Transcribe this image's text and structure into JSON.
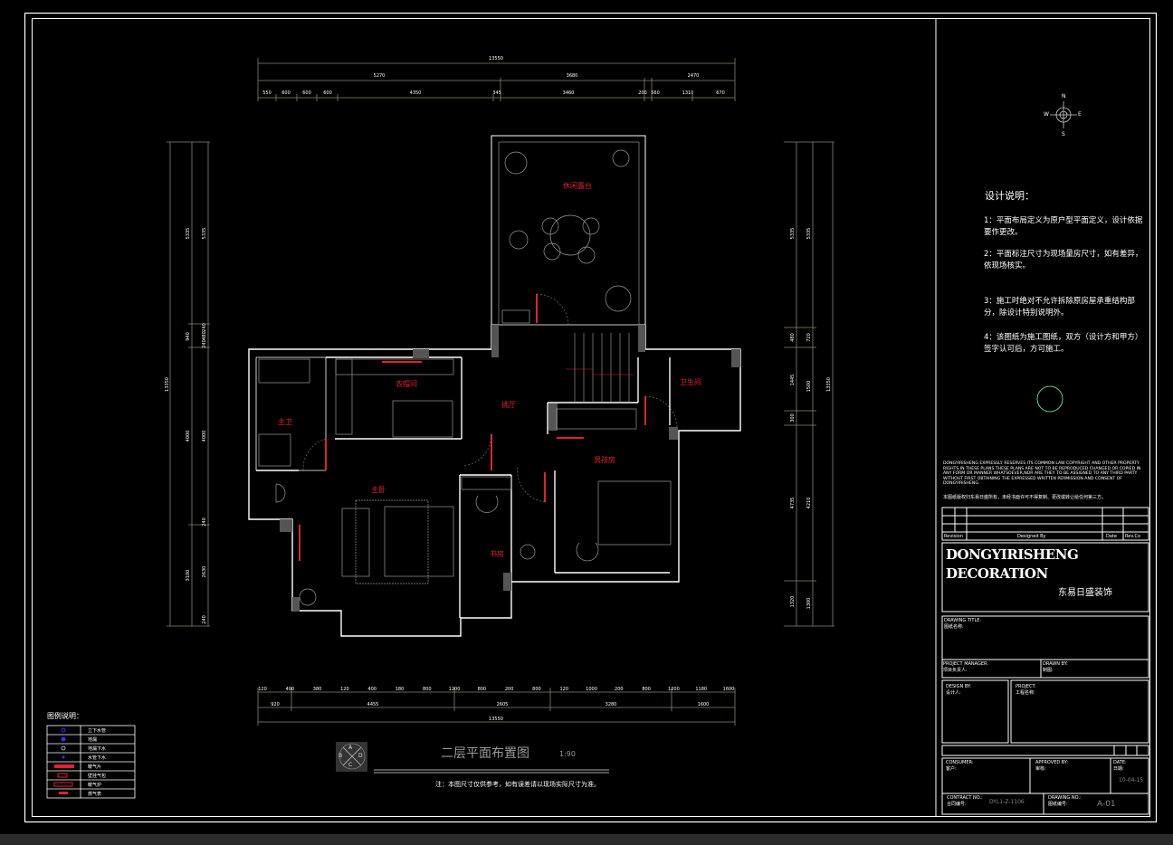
{
  "drawing": {
    "title": "二层平面布置图",
    "scale": "1:90",
    "footnote": "注：本图尺寸仅供参考，如有误差请以现场实际尺寸为准。",
    "logo_letters": [
      "A",
      "B",
      "C",
      "D"
    ]
  },
  "compass": {
    "n": "N",
    "e": "E",
    "s": "S",
    "w": "W"
  },
  "rooms": {
    "terrace": "休闲露台",
    "cloakroom": "衣帽间",
    "master_bath": "主卫",
    "master_bed": "主卧",
    "hall": "挑厅",
    "bathroom": "卫生间",
    "boys_room": "男孩房",
    "study": "书房"
  },
  "dimensions": {
    "top": {
      "total": "13550",
      "row2": [
        "5270",
        "3680",
        "2470"
      ],
      "row3": [
        "550",
        "600",
        "600",
        "600",
        "4350",
        "345",
        "3460",
        "200",
        "560",
        "1310",
        "670"
      ]
    },
    "bottom": {
      "row1": [
        "120",
        "400",
        "380",
        "120",
        "400",
        "180",
        "800",
        "1200",
        "800",
        "200",
        "800",
        "120",
        "1000",
        "200",
        "800",
        "1200",
        "1180",
        "1600"
      ],
      "row2": [
        "920",
        "4455",
        "2605",
        "3280",
        "1600"
      ],
      "total": "13550"
    },
    "left": {
      "total": "13350",
      "outer": [
        "5335",
        "940",
        "4000",
        "3100"
      ],
      "inner": [
        "5335",
        "240",
        "480",
        "240",
        "4000",
        "240",
        "2630",
        "240"
      ]
    },
    "right": {
      "total": "13350",
      "outer": [
        "5335",
        "480",
        "1445",
        "300",
        "4735",
        "1320"
      ],
      "inner": [
        "5335",
        "720",
        "1500",
        "4210",
        "1300"
      ]
    }
  },
  "notes": {
    "heading": "设计说明：",
    "items": [
      "1：平面布局定义为原户型平面定义，设计依据要作更改。",
      "2：平面标注尺寸为现场量房尺寸，如有差异，依现场核实。",
      "3：施工时绝对不允许拆除原房屋承重结构部分，除设计特别说明外。",
      "4：该图纸为施工图纸，双方（设计方和甲方）签字认可后，方可施工。"
    ]
  },
  "legend": {
    "heading": "图例说明：",
    "items": [
      "立下水管",
      "地漏",
      "地漏下水",
      "水管下水",
      "暖气片",
      "壁挂气包",
      "暖气炉",
      "燃气表"
    ]
  },
  "title_block": {
    "copyright_en": "DONGYIRISHENG EXPRESSLY RESERVES ITS COMMON LAW COPYRIGHT AND OTHER PROPERTY RIGHTS IN THESE PLANS.THESE PLANS ARE NOT TO BE REPRODUCED CHANGED OR COPIED IN ANY FORM OR MANNER WHATSOEVER,NOR ARE THEY TO BE ASSIGNED TO ANY THIRD PARTY WITHOUT FIRST OBTAINING THE EXPRESSED WRITTEN PERMISSION AND CONSENT OF DONGYIRISHENG.",
    "copyright_cn": "本图纸版权归东易日盛所有，未经书面许可不得复制、更改或转让给任何第三方。",
    "revision": "Revision",
    "designed_by": "Designed By",
    "date": "Date",
    "remarks": "Rev.Co",
    "company_en_1": "DONGYIRISHENG",
    "company_en_2": "DECORATION",
    "company_cn": "东易日盛装饰",
    "drawing_title_en": "DRAWING TITLE:",
    "drawing_title_cn": "图纸名称:",
    "project_manager_en": "PROJECT MANAGER:",
    "project_manager_cn": "项目负责人:",
    "drawn_by_en": "DRAWN BY:",
    "drawn_by_cn": "制图:",
    "design_by_en": "DESIGN BY:",
    "design_by_cn": "设计人:",
    "project_en": "PROJECT:",
    "project_cn": "工程名称:",
    "consumer_en": "CONSUMER:",
    "consumer_cn": "客户:",
    "approved_en": "APPROVED BY:",
    "approved_cn": "审核:",
    "date_en": "DATE:",
    "date_cn": "日期:",
    "date_value": "10-04-15",
    "contract_en": "CONTRACT NO.:",
    "contract_cn": "合同编号:",
    "contract_value": "DYL1-Z-1106",
    "drawing_no_en": "DRAWING NO.:",
    "drawing_no_cn": "图纸编号:",
    "drawing_no_value": "A-01"
  },
  "colors": {
    "background": "#000000",
    "line": "#ffffff",
    "dim": "#8a8470",
    "accent": "#e0222e",
    "fill": "#555555"
  }
}
